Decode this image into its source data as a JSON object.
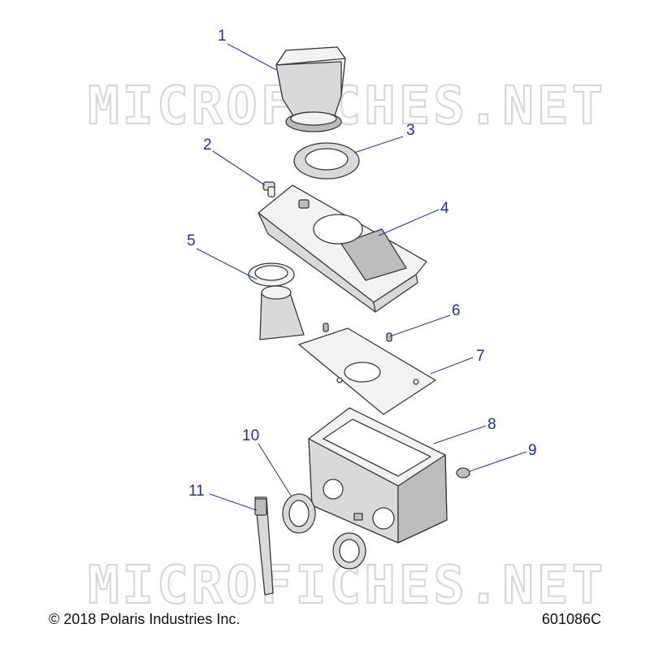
{
  "watermark": "MICROFICHES.NET",
  "callouts": [
    "1",
    "2",
    "3",
    "4",
    "5",
    "6",
    "7",
    "8",
    "9",
    "10",
    "11"
  ],
  "footer": {
    "copyright": "© 2018 Polaris Industries Inc.",
    "diagram_id": "601086C"
  },
  "colors": {
    "callout": "#1f2fa8",
    "line": "#3a3a3a",
    "watermark": "#d8d8d8"
  }
}
